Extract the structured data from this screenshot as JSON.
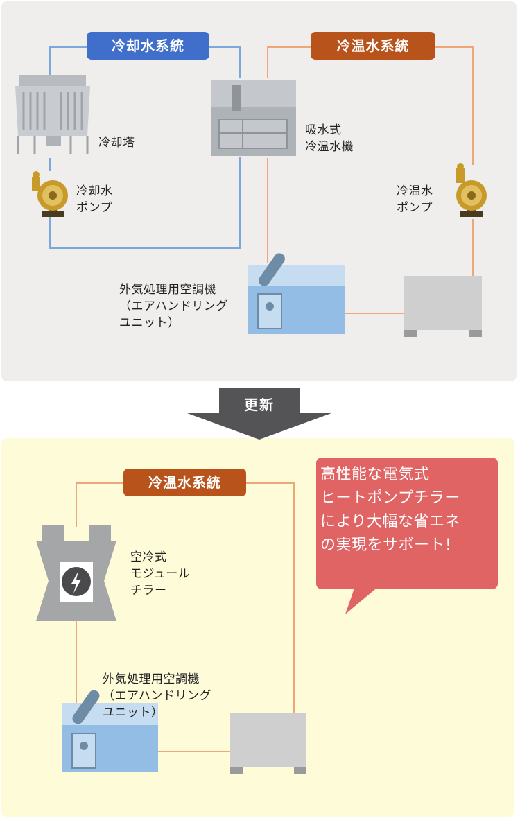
{
  "before": {
    "cooling_system_label": "冷却水系統",
    "chilled_hot_system_label": "冷温水系統",
    "cooling_tower_label": "冷却塔",
    "absorption_chiller_label": "吸水式\n冷温水機",
    "cooling_pump_label": "冷却水\nポンプ",
    "chilled_pump_label": "冷温水\nポンプ",
    "ahu_label": "外気処理用空調機\n（エアハンドリング\nユニット）"
  },
  "update_label": "更新",
  "after": {
    "chilled_hot_system_label": "冷温水系統",
    "chiller_label": "空冷式\nモジュール\nチラー",
    "ahu_label": "外気処理用空調機\n（エアハンドリング\nユニット）",
    "callout": "高性能な電気式\nヒートポンプチラー\nにより大幅な省エネ\nの実現をサポート!"
  },
  "colors": {
    "cooling_pipe": "#7aa7dc",
    "chilled_pipe": "#efa77a",
    "system_blue": "#3f6fca",
    "system_orange": "#b9531c",
    "callout_red": "#e06464",
    "ahu_blue": "#94bde6",
    "unit_gray": "#cfcfd0"
  },
  "icons": [
    "cooling-tower-icon",
    "absorption-chiller-icon",
    "pump-icon",
    "air-handling-unit-icon",
    "indoor-unit-icon",
    "modular-chiller-icon",
    "lightning-icon",
    "down-arrow-icon"
  ]
}
